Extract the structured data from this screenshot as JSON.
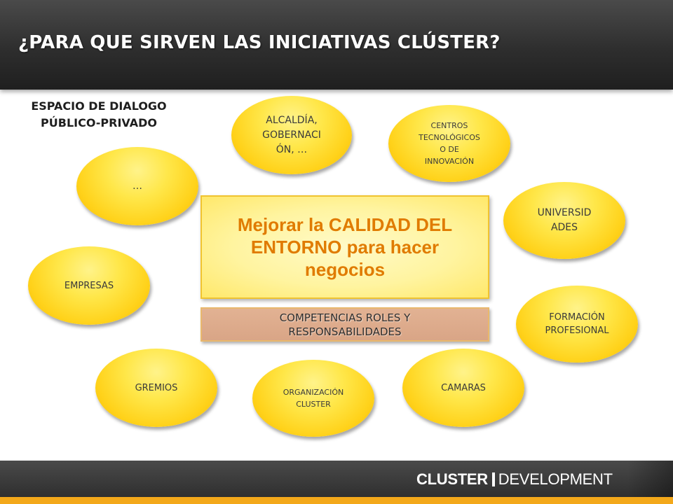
{
  "header": {
    "title": "¿PARA QUE SIRVEN LAS INICIATIVAS CLÚSTER?"
  },
  "space_label": {
    "line1": "ESPACIO DE DIALOGO",
    "line2": "PÚBLICO-PRIVADO"
  },
  "bubbles": {
    "alcaldia": [
      "ALCALDÍA,",
      "GOBERNACI",
      "ÓN, …"
    ],
    "centros": [
      "CENTROS",
      "TECNOLÓGICOS",
      "O DE",
      "INNOVACIÓN"
    ],
    "ellipsis": [
      "…"
    ],
    "universidades": [
      "UNIVERSID",
      "ADES"
    ],
    "empresas": [
      "EMPRESAS"
    ],
    "formacion": [
      "FORMACIÓN",
      "PROFESIONAL"
    ],
    "gremios": [
      "GREMIOS"
    ],
    "organizacion": [
      "ORGANIZACIÓN",
      "CLUSTER"
    ],
    "camaras": [
      "CAMARAS"
    ]
  },
  "central": {
    "part1": "Mejorar la ",
    "part2": "CALIDAD DEL ENTORNO",
    "part3": " para hacer negocios"
  },
  "competencias": {
    "line1": "COMPETENCIAS ROLES Y",
    "line2": "RESPONSABILIDADES"
  },
  "footer": {
    "logo_part1": "CLUSTER",
    "logo_part2": "DEVELOPMENT"
  },
  "colors": {
    "bubble_yellow": "#ffd21a",
    "central_text": "#e07b00",
    "competencias_bg": "#d9a586",
    "footer_stripe": "#f3a81a",
    "header_bg": "#2e2e2e"
  }
}
